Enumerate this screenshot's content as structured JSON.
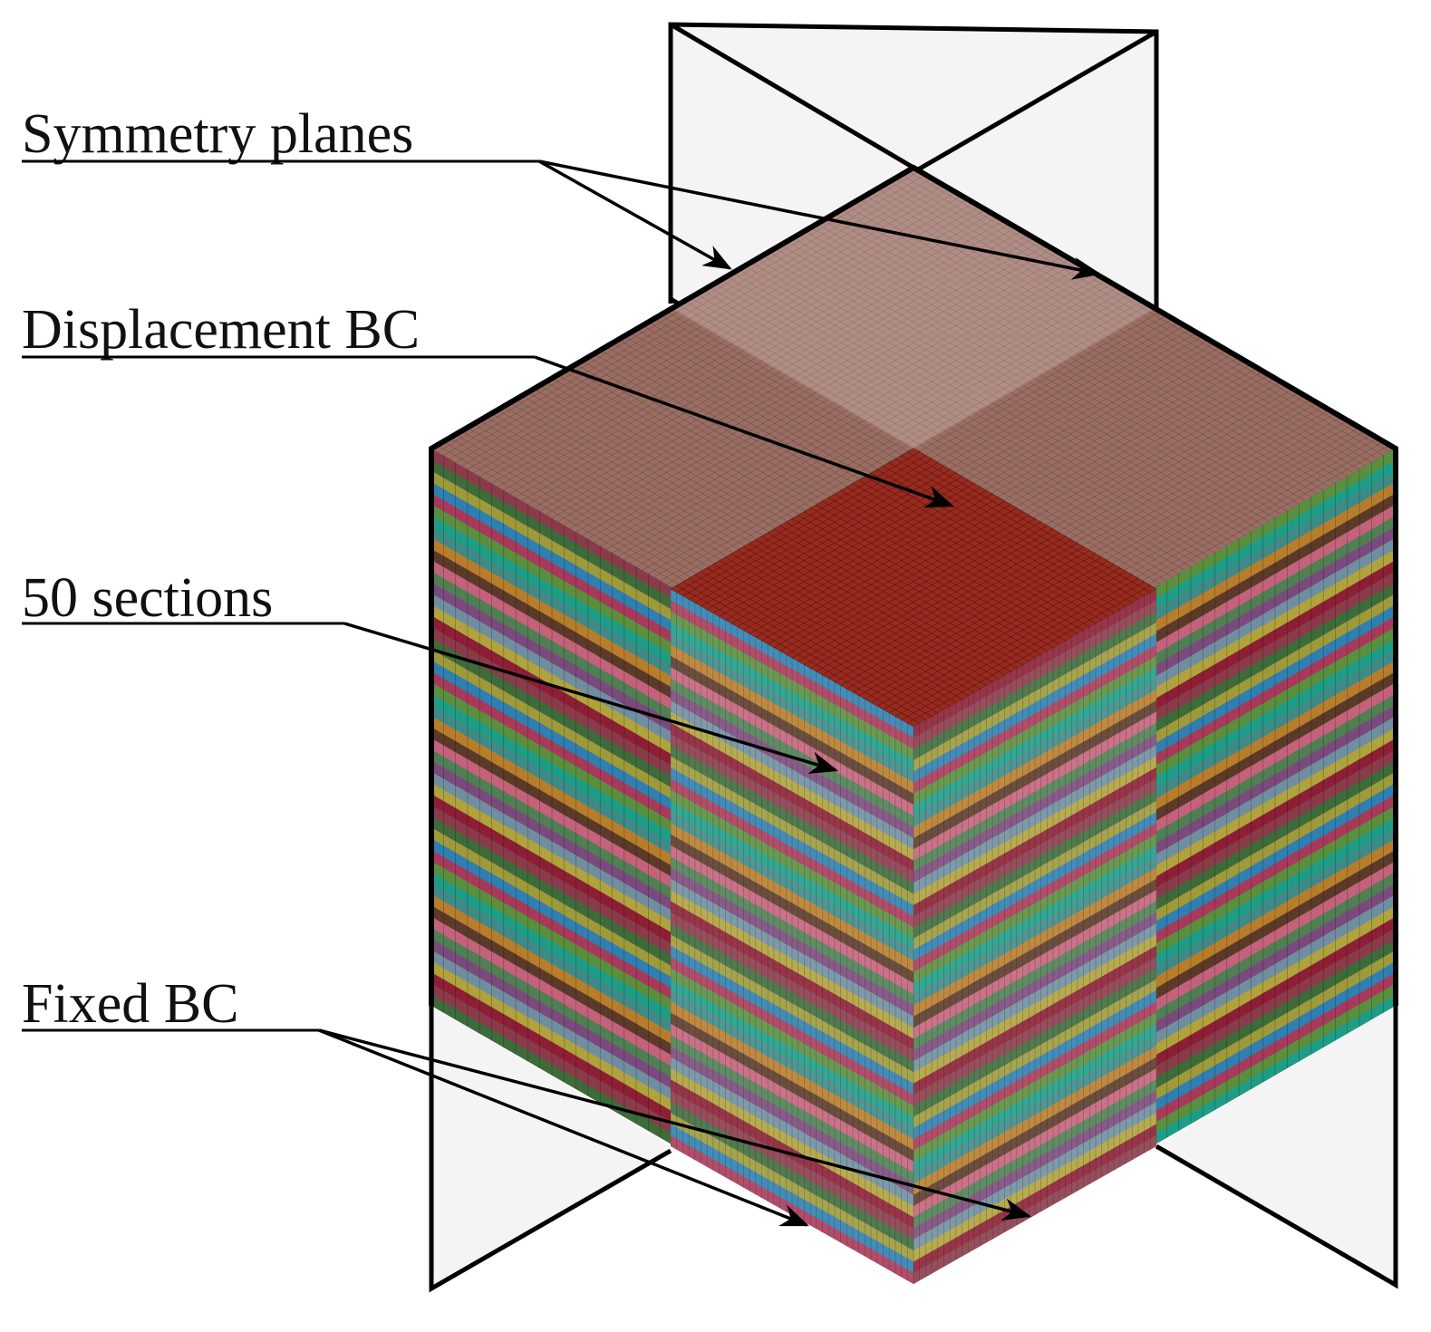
{
  "labels": {
    "symmetry_planes": "Symmetry planes",
    "displacement_bc": "Displacement BC",
    "sections": "50 sections",
    "fixed_bc": "Fixed BC"
  },
  "model": {
    "section_count": 50,
    "mesh_divisions": 40
  },
  "colors": {
    "outline": "#000000",
    "top_face": "#9b6e63",
    "displacement_face": "#9a2a1e",
    "plane_fill": "#f4f4f4",
    "section_palette": [
      "#8a3b4a",
      "#3f8a86",
      "#b0a23c",
      "#5a8f3e",
      "#7b4a7c",
      "#2f7fb0",
      "#c4627b",
      "#3e6b3a",
      "#b87d2b",
      "#8c1f35",
      "#1f9c86",
      "#6f8fa0",
      "#a73a5a",
      "#4f7f53",
      "#9e9a3a",
      "#5b3a2a"
    ]
  },
  "icons": {
    "arrow": "arrowhead-icon"
  }
}
